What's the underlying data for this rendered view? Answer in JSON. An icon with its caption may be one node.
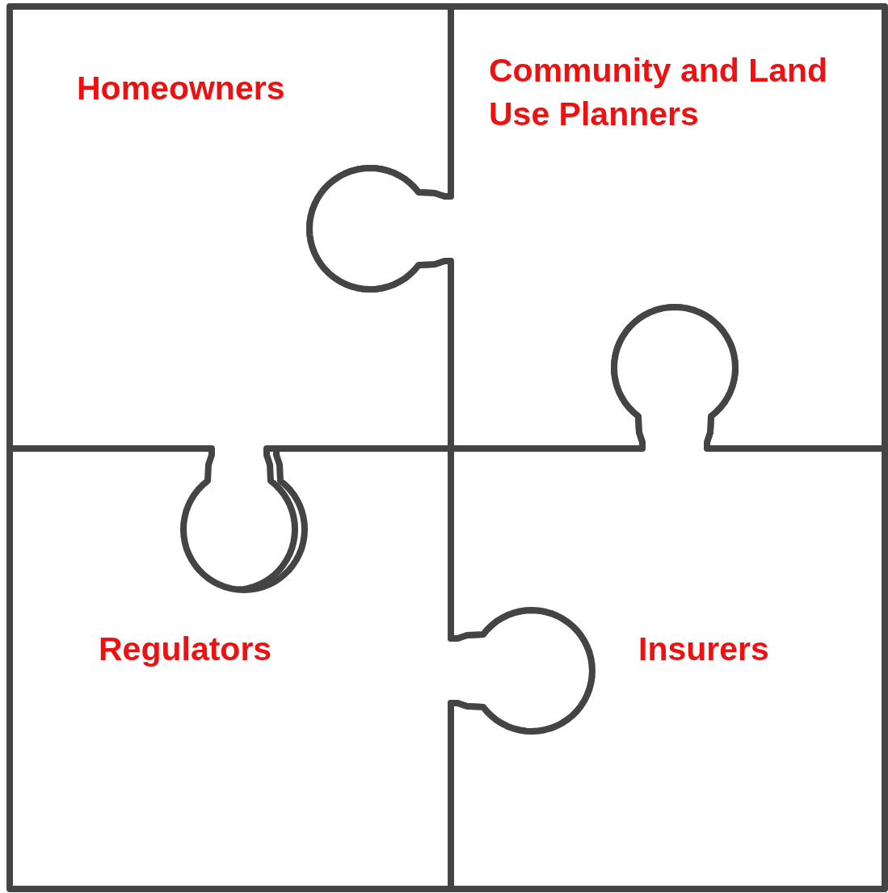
{
  "diagram": {
    "nodes": [
      {
        "text": [
          "Homeowners"
        ]
      },
      {
        "text": [
          "Community and Land Use Planners"
        ]
      },
      {
        "text": [
          "Regulators"
        ]
      },
      {
        "text": [
          "Insurers"
        ]
      }
    ]
  }
}
